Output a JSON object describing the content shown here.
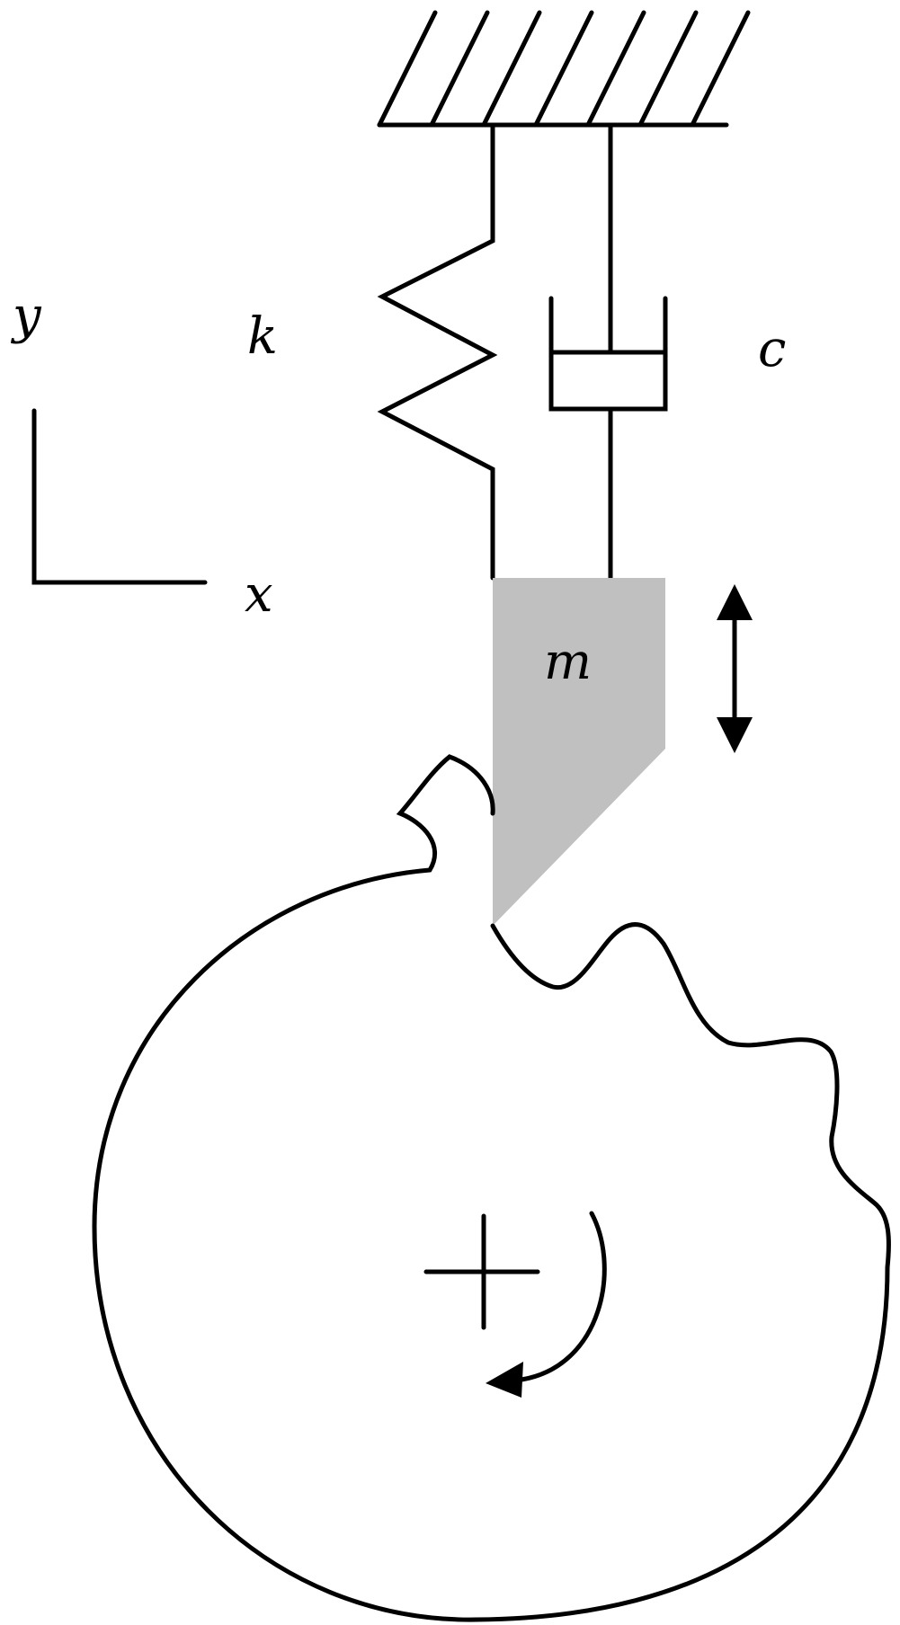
{
  "labels": {
    "y_axis": "y",
    "x_axis": "x",
    "spring": "k",
    "damper": "c",
    "mass": "m"
  },
  "colors": {
    "stroke": "#000000",
    "mass_fill": "#c0c0c0",
    "background": "#ffffff"
  }
}
